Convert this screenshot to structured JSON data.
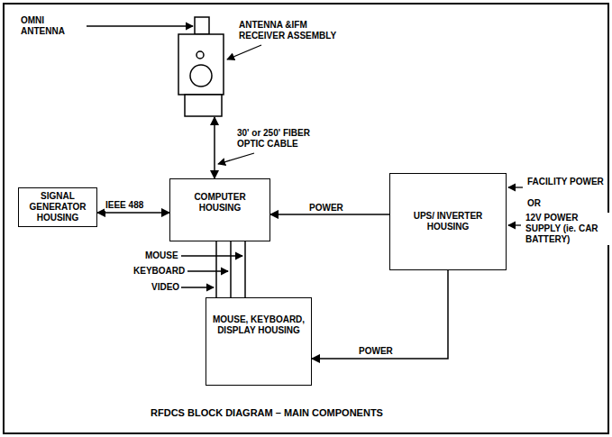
{
  "diagram": {
    "caption": "RFDCS BLOCK DIAGRAM – MAIN COMPONENTS",
    "nodes": [
      {
        "text": [
          "ANTENNA &IFM RECEIVER ASSEMBLY"
        ]
      },
      {
        "text": [
          "SIGNAL GENERATOR HOUSING"
        ]
      },
      {
        "text": [
          "COMPUTER HOUSING"
        ]
      },
      {
        "text": [
          "UPS/ INVERTER HOUSING"
        ]
      },
      {
        "text": [
          "MOUSE, KEYBOARD, DISPLAY HOUSING"
        ]
      }
    ],
    "edges": [
      {
        "from": 0,
        "to": 2,
        "arrow": "both",
        "label": "30' or 250' FIBER OPTIC CABLE"
      },
      {
        "from": 1,
        "to": 2,
        "arrow": "both",
        "label": "IEEE 488"
      },
      {
        "from": 3,
        "to": 2,
        "arrow": "to",
        "label": "POWER"
      },
      {
        "from": 3,
        "to": 4,
        "arrow": "to",
        "label": "POWER"
      },
      {
        "from": 2,
        "to": 4,
        "arrow": "none",
        "label": "MOUSE"
      },
      {
        "from": 2,
        "to": 4,
        "arrow": "none",
        "label": "KEYBOARD"
      },
      {
        "from": 2,
        "to": 4,
        "arrow": "none",
        "label": "VIDEO"
      }
    ],
    "labels": [
      "OMNI ANTENNA",
      "FACILITY POWER",
      "OR",
      "12V POWER SUPPLY (ie. CAR BATTERY)"
    ]
  }
}
